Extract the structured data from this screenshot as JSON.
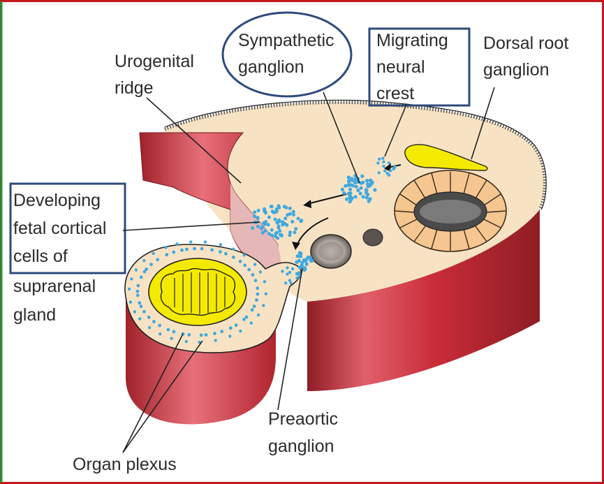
{
  "diagram": {
    "labels": {
      "urogenital": [
        "Urogenital",
        "ridge"
      ],
      "sympathetic": [
        "Sympathetic",
        "ganglion"
      ],
      "migrating": [
        "Migrating",
        "neural",
        "crest"
      ],
      "dorsal_root": [
        "Dorsal root",
        "ganglion"
      ],
      "developing": [
        "Developing",
        "fetal cortical",
        "cells of",
        "suprarenal",
        "gland"
      ],
      "preaortic": [
        "Preaortic",
        "ganglion"
      ],
      "organ_plexus": [
        "Organ plexus"
      ]
    },
    "colors": {
      "tissue": "#f7e3c4",
      "wall_red": "#c92c39",
      "wall_dark": "#8e1d24",
      "cells": "#3fa8df",
      "ganglion_yellow": "#f4ea00",
      "highlight_frame": "#2e4a7d",
      "page_border_red": "#c0171c",
      "page_border_green": "#1c9a3a"
    }
  }
}
